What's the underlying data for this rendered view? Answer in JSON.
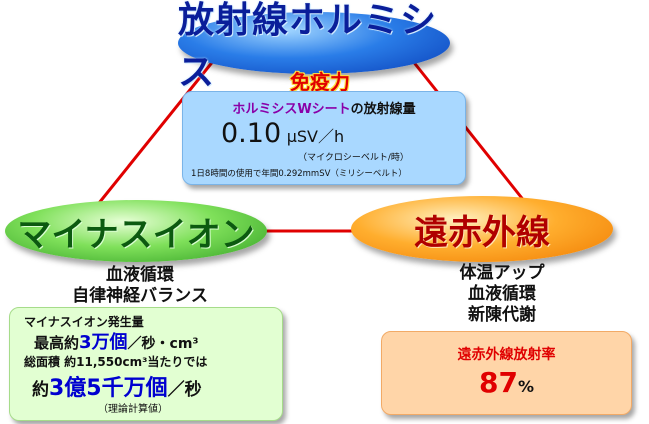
{
  "top": {
    "title": "放射線ホルミシス",
    "subtitle": "免疫力",
    "box": {
      "heading_accent": "ホルミシスWシート",
      "heading_rest": "の放射線量",
      "dose_value": "0.10",
      "dose_unit": "μSV／h",
      "dose_reading": "（マイクロシーベルト/時）",
      "annual_note": "1日8時間の使用で年間0.292mmSV（ミリシーベルト）"
    }
  },
  "left": {
    "title": "マイナスイオン",
    "effects": [
      "血液循環",
      "自律神経バランス"
    ],
    "box": {
      "line1": "マイナスイオン発生量",
      "line2_pre": "最高約",
      "line2_num": "3万個",
      "line2_unit": "／秒・cm³",
      "line3": "総面積 約11,550cm³当たりでは",
      "line4_pre": "約",
      "line4_num": "3億5千万個",
      "line4_unit": "／秒",
      "note": "（理論計算値）"
    }
  },
  "right": {
    "title": "遠赤外線",
    "effects": [
      "体温アップ",
      "血液循環",
      "新陳代謝"
    ],
    "box": {
      "label": "遠赤外線放射率",
      "value": "87",
      "unit": "%"
    }
  },
  "colors": {
    "connector": "#e00000",
    "accent_purple": "#8a00a8",
    "accent_blue": "#0000d0",
    "accent_red": "#e00000"
  }
}
